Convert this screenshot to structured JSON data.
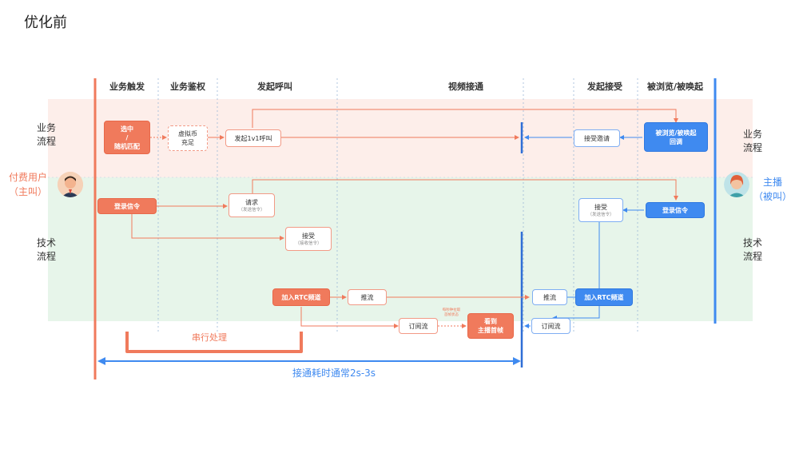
{
  "title": "优化前",
  "columns": [
    "业务触发",
    "业务鉴权",
    "发起呼叫",
    "视频接通",
    "发起接受",
    "被浏览/被唤起"
  ],
  "lanes": {
    "business_left": "业务\n流程",
    "tech_left": "技术\n流程",
    "business_right": "业务\n流程",
    "tech_right": "技术\n流程"
  },
  "users": {
    "caller": "付费用户\n（主叫）",
    "anchor": "主播\n（被叫）"
  },
  "nodes": {
    "select": "选中\n/\n随机匹配",
    "coin": "虚拟币\n充足",
    "call": "发起1v1呼叫",
    "accept_invite": "接受邀请",
    "callback": "被浏览/被唤起\n回调",
    "login_left": "登录信令",
    "request": "请求",
    "request_sub": "（发送信令）",
    "receive": "接受",
    "receive_sub": "（接收信令）",
    "accept_right": "接受",
    "accept_right_sub": "（发送信令）",
    "login_right": "登录信令",
    "join_left": "加入RTC频道",
    "push_left": "推流",
    "subscribe_left": "订阅流",
    "see_frame": "看到\n主播首帧",
    "tiny_note": "每秒钟拉取\n首帧状态",
    "push_right": "推流",
    "join_right": "加入RTC频道",
    "subscribe_right": "订阅流"
  },
  "serial_label": "串行处理",
  "duration_label": "接通耗时通常2s-3s",
  "colors": {
    "orange": "#f07a5c",
    "orange_light": "#f29a86",
    "blue": "#3f8af0",
    "business_bg": "#fdece8",
    "tech_bg": "#e6f4ea"
  }
}
